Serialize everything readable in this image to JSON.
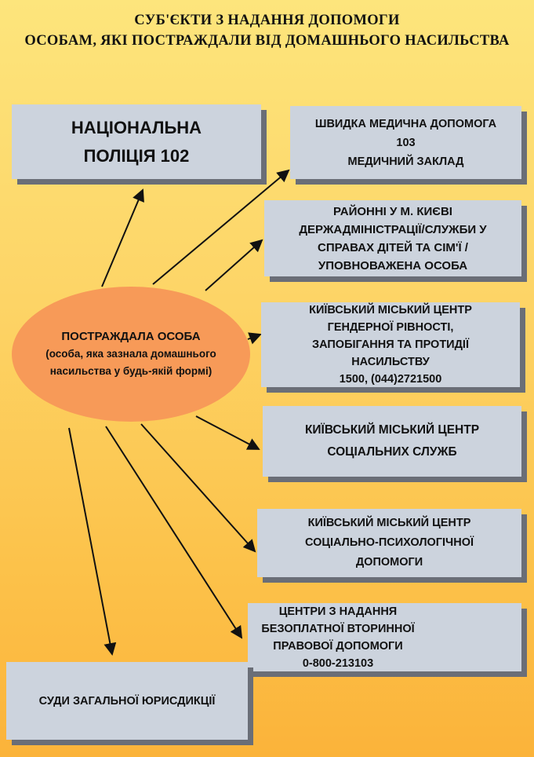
{
  "title": {
    "line1": "СУБ'ЄКТИ  З НАДАННЯ ДОПОМОГИ",
    "line2": "ОСОБАМ, ЯКІ ПОСТРАЖДАЛИ ВІД ДОМАШНЬОГО НАСИЛЬСТВА"
  },
  "center": {
    "line1": "ПОСТРАЖДАЛА ОСОБА",
    "line2": "(особа, яка зазнала домашнього",
    "line3": "насильства у будь-якій формі)"
  },
  "boxes": {
    "police": [
      "НАЦІОНАЛЬНА",
      "ПОЛІЦІЯ  102"
    ],
    "ambulance": [
      "ШВИДКА МЕДИЧНА ДОПОМОГА",
      "103",
      "МЕДИЧНИЙ ЗАКЛАД"
    ],
    "district": [
      "РАЙОННІ У М. КИЄВІ",
      "ДЕРЖАДМІНІСТРАЦІЇ/СЛУЖБИ У",
      "СПРАВАХ ДІТЕЙ ТА СІМ'Ї /",
      "УПОВНОВАЖЕНА ОСОБА"
    ],
    "gender": [
      "КИЇВСЬКИЙ МІСЬКИЙ ЦЕНТР",
      "ГЕНДЕРНОЇ РІВНОСТІ,",
      "ЗАПОБІГАННЯ ТА ПРОТИДІЇ",
      "НАСИЛЬСТВУ",
      "1500, (044)2721500"
    ],
    "social": [
      "КИЇВСЬКИЙ МІСЬКИЙ ЦЕНТР",
      "СОЦІАЛЬНИХ СЛУЖБ"
    ],
    "psych": [
      "КИЇВСЬКИЙ МІСЬКИЙ ЦЕНТР",
      "СОЦІАЛЬНО-ПСИХОЛОГІЧНОЇ",
      "ДОПОМОГИ"
    ],
    "legal": [
      "ЦЕНТРИ З НАДАННЯ",
      "БЕЗОПЛАТНОЇ ВТОРИННОЇ",
      "ПРАВОВОЇ ДОПОМОГИ",
      "0-800-213103"
    ],
    "courts": [
      "СУДИ ЗАГАЛЬНОЇ ЮРИСДИКЦІЇ"
    ]
  },
  "colors": {
    "box": "#ccd3dd",
    "shadow": "#6a6e77",
    "ellipse": "#f79a58"
  }
}
